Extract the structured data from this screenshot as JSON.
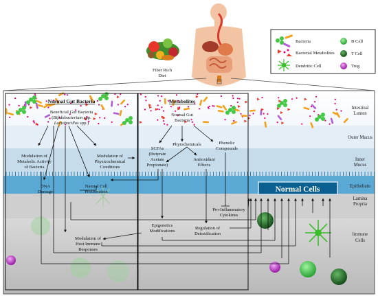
{
  "header": {
    "diet_line1": "Fiber Rich",
    "diet_line2": "Diet"
  },
  "legend": {
    "bacteria": "Bacteria",
    "bacterial_metabolites": "Bacterial Metabolites",
    "dendritic_cell": "Dendritic Cell",
    "b_cell": "B Cell",
    "t_cell": "T Cell",
    "treg": "Treg"
  },
  "layers": {
    "intestinal_lumen_1": "Intestinal",
    "intestinal_lumen_2": "Lumen",
    "outer_mucus": "Outer Mucus",
    "inner_mucus_1": "Inner",
    "inner_mucus_2": "Mucus",
    "epithelium": "Epithelium",
    "lamina_propria_1": "Lamina",
    "lamina_propria_2": "Propria",
    "immune_cells_1": "Immune",
    "immune_cells_2": "Cells"
  },
  "left_panel": {
    "title": "Normal Gut Bacteria",
    "beneficial_1": "Beneficial Gut Bacteria",
    "beneficial_2_italic": "Bifidobacterium",
    "beneficial_2_rest": " spp.",
    "beneficial_3_italic": "Lactobacillus",
    "beneficial_3_rest": " spp.)",
    "beneficial_3_open": "(",
    "modulation_metabolic_1": "Modulation of",
    "modulation_metabolic_2": "Metabolic Activity",
    "modulation_metabolic_3": "of Bacteria",
    "modulation_physico_1": "Modulation of",
    "modulation_physico_2": "Physicochemical",
    "modulation_physico_3": "Conditions",
    "dna_1": "DNA",
    "dna_2": "Damage",
    "natural_cell_1": "Natural Cell",
    "natural_cell_2": "Proliferation",
    "modulation_immune_1": "Modulation of",
    "modulation_immune_2": "Host Immune",
    "modulation_immune_3": "Responses"
  },
  "right_panel": {
    "title": "Metabolites",
    "ngb_1": "Normal Gut",
    "ngb_2": "Bacteria",
    "scfa_1": "SCFAs",
    "scfa_2": "(Butyrate",
    "scfa_3": "Acetate",
    "scfa_4": "Propionate)",
    "phyto": "Phytochemicals",
    "phenolic_1": "Phenolic",
    "phenolic_2": "Compounds",
    "antiox_1": "Antioxidant",
    "antiox_2": "Effects",
    "pro_inflam_1": "Pro-Inflammatory",
    "pro_inflam_2": "Cytokines",
    "epigen_1": "Epigenetics",
    "epigen_2": "Modifications",
    "detox_1": "Regulation of",
    "detox_2": "Detoxification"
  },
  "normal_cells": "Normal Cells",
  "colors": {
    "lumen": "#ffffff",
    "outer_mucus": "#e4eef7",
    "inner_mucus": "#c6dceb",
    "epithelium": "#5aa9d4",
    "normal_cells_box": "#0a5f8e",
    "lamina": "#cfcfcf",
    "immune": "#bdbdbd",
    "b_cell": "#3cc93c",
    "t_cell": "#1d6b22",
    "treg": "#b21cc0",
    "dots": "#e2007a",
    "triangles": "#e53b2a",
    "rods": "#f2a11c"
  }
}
